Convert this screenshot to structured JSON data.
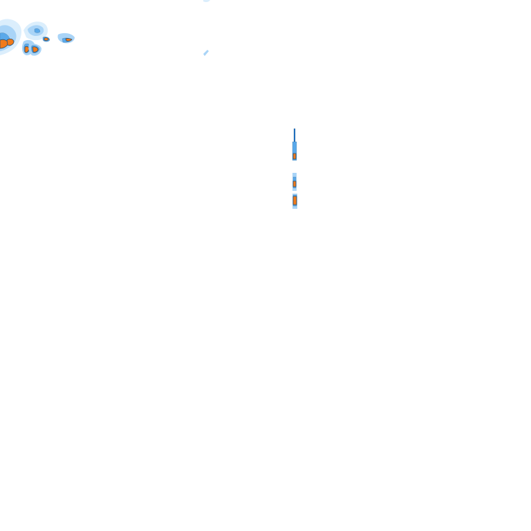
{
  "map": {
    "layer": "precipitation-radar",
    "background_color": "#ffffff",
    "palette": {
      "very_light": "#dbeefc",
      "light": "#a9d4f7",
      "moderate": "#5aa9ea",
      "heavy": "#1f72c6",
      "intense": "#f07a1a",
      "intense_edge": "#d9600e",
      "outline": "#2b4f6e"
    },
    "intensity_levels": [
      "very_light",
      "light",
      "moderate",
      "heavy",
      "intense"
    ]
  }
}
